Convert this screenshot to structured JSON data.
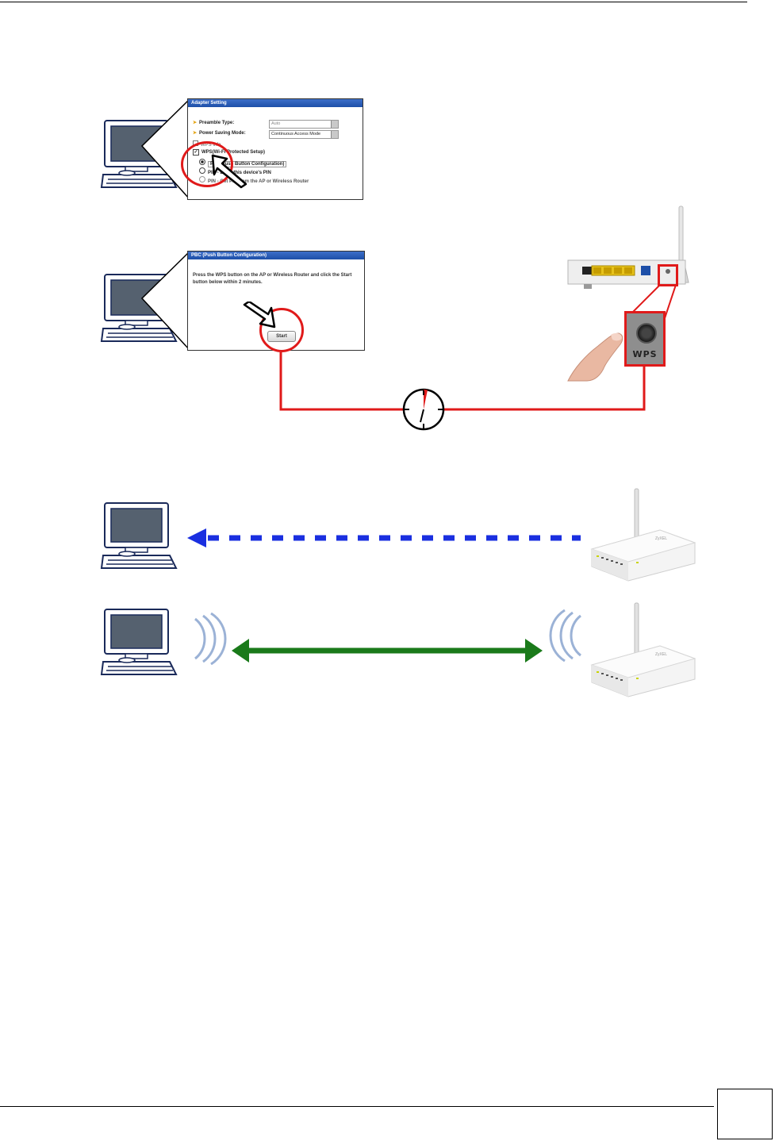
{
  "adapter_panel": {
    "title": "Adapter Setting",
    "preamble_label": "Preamble Type:",
    "preamble_value": "Auto",
    "power_label": "Power Saving Mode:",
    "power_value": "Continuous Access Mode",
    "wps_partial": "WPS Info",
    "wps_checkbox_label": "WPS(Wi-Fi Protected Setup)",
    "pbc_option": "PBC(Push Button Configuration)",
    "pin_option": "PIN - Enter this device's PIN",
    "pin_option2": "PIN - Get PIN from the AP or Wireless Router"
  },
  "pbc_panel": {
    "title": "PBC (Push Button Configuration)",
    "instruction_line1": "Press the WPS button on the AP or Wireless Router and click the Start",
    "instruction_line2": "button below within 2 minutes.",
    "start_button": "Start"
  },
  "router": {
    "wps_label": "WPS"
  },
  "colors": {
    "highlight": "#e01a1a",
    "transfer_arrow": "#1a2fe0",
    "connection_arrow": "#1a7a1a"
  },
  "icons": [
    "computer-icon",
    "router-icon",
    "stopwatch-icon",
    "finger-icon",
    "cursor-arrow-icon",
    "wireless-waves-icon"
  ]
}
